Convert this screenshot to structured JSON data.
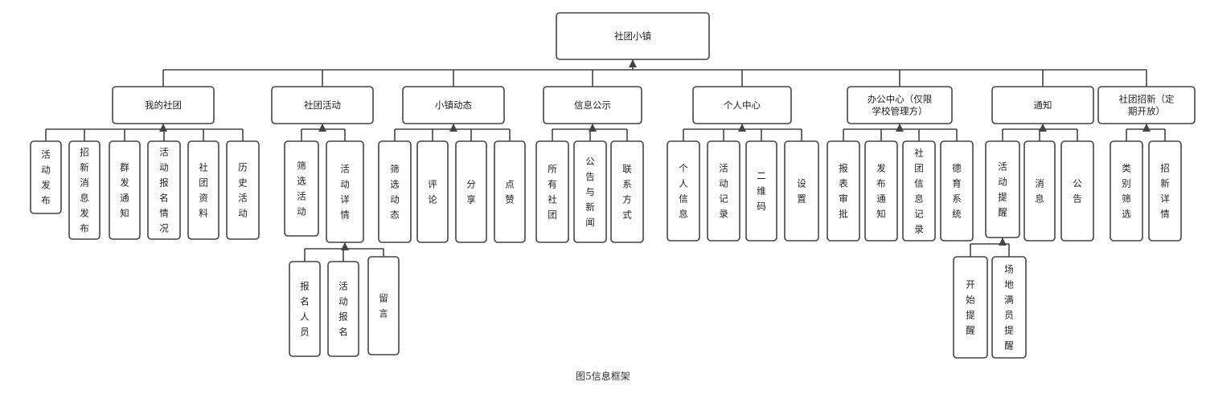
{
  "root": {
    "id": "root",
    "label": "社团小镇"
  },
  "categories": [
    {
      "id": "mine",
      "label": "我的社团",
      "children": [
        {
          "id": "m1",
          "label": "活动发布"
        },
        {
          "id": "m2",
          "label": "招新消息发布"
        },
        {
          "id": "m3",
          "label": "群发通知"
        },
        {
          "id": "m4",
          "label": "活动报名情况"
        },
        {
          "id": "m5",
          "label": "社团资料"
        },
        {
          "id": "m6",
          "label": "历史活动"
        }
      ]
    },
    {
      "id": "act",
      "label": "社团活动",
      "children": [
        {
          "id": "a1",
          "label": "筛选活动"
        },
        {
          "id": "a2",
          "label": "活动详情",
          "children": [
            {
              "id": "a21",
              "label": "报名人员"
            },
            {
              "id": "a22",
              "label": "活动报名"
            },
            {
              "id": "a23",
              "label": "留言"
            }
          ]
        }
      ]
    },
    {
      "id": "town",
      "label": "小镇动态",
      "children": [
        {
          "id": "t1",
          "label": "筛选动态"
        },
        {
          "id": "t2",
          "label": "评论"
        },
        {
          "id": "t3",
          "label": "分享"
        },
        {
          "id": "t4",
          "label": "点赞"
        }
      ]
    },
    {
      "id": "info",
      "label": "信息公示",
      "children": [
        {
          "id": "i1",
          "label": "所有社团"
        },
        {
          "id": "i2",
          "label": "公告与新闻"
        },
        {
          "id": "i3",
          "label": "联系方式"
        }
      ]
    },
    {
      "id": "personal",
      "label": "个人中心",
      "children": [
        {
          "id": "p1",
          "label": "个人信息"
        },
        {
          "id": "p2",
          "label": "活动记录"
        },
        {
          "id": "p3",
          "label": "二维码"
        },
        {
          "id": "p4",
          "label": "设置"
        }
      ]
    },
    {
      "id": "office",
      "label": "办公中心（仅限学校管理方）",
      "children": [
        {
          "id": "o1",
          "label": "报表审批"
        },
        {
          "id": "o2",
          "label": "发布通知"
        },
        {
          "id": "o3",
          "label": "社团信息记录"
        },
        {
          "id": "o4",
          "label": "德育系统"
        }
      ]
    },
    {
      "id": "notice",
      "label": "通知",
      "children": [
        {
          "id": "n1",
          "label": "活动提醒",
          "children": [
            {
              "id": "n11",
              "label": "开始提醒"
            },
            {
              "id": "n12",
              "label": "场地满员提醒"
            }
          ]
        },
        {
          "id": "n2",
          "label": "消息"
        },
        {
          "id": "n3",
          "label": "公告"
        }
      ]
    },
    {
      "id": "recruit",
      "label": "社团招新（定期开放）",
      "children": [
        {
          "id": "r1",
          "label": "类别筛选"
        },
        {
          "id": "r2",
          "label": "招新详情"
        }
      ]
    }
  ],
  "caption": "图5信息框架"
}
